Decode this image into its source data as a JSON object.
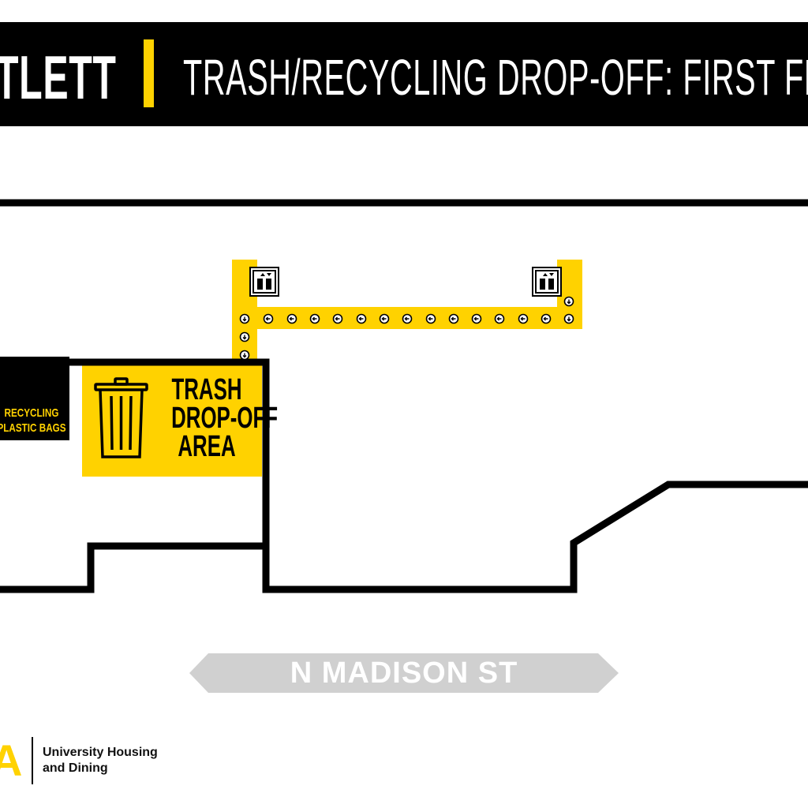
{
  "header": {
    "building_name": "TLETT",
    "title": "TRASH/RECYCLING DROP-OFF: FIRST FLOOR"
  },
  "trash_area": {
    "label_lines": [
      "TRASH",
      "DROP-OFF",
      "AREA"
    ],
    "icon": "trash-can-icon"
  },
  "recycling": {
    "icon": "recycle-icon",
    "label_lines": [
      "RECYCLING",
      "PLASTIC BAGS"
    ]
  },
  "elevators": [
    {
      "icon": "elevator-icon"
    },
    {
      "icon": "elevator-icon"
    }
  ],
  "route": {
    "icon": "arrow-marker-icon"
  },
  "street": {
    "name": "N MADISON ST"
  },
  "footer": {
    "org_lines": [
      "University Housing",
      "and Dining"
    ]
  },
  "colors": {
    "accent": "#FFD200",
    "header_bg": "#000000",
    "street_sign": "#D0D0D0",
    "walls": "#000000"
  }
}
